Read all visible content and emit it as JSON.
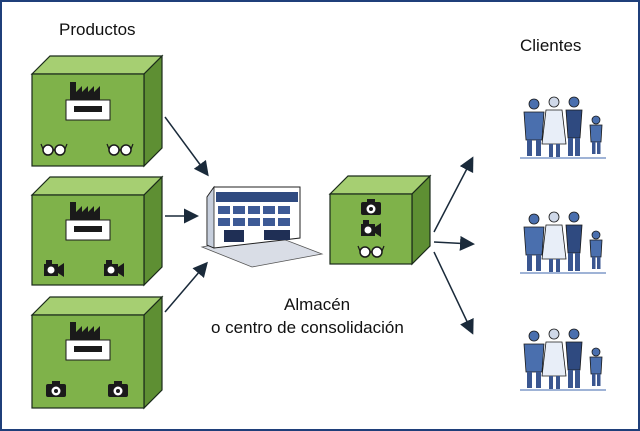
{
  "diagram": {
    "products_label": "Productos",
    "clients_label": "Clientes",
    "warehouse_label_line1": "Almacén",
    "warehouse_label_line2": "o centro de consolidación"
  },
  "colors": {
    "box_front": "#7fb24a",
    "box_top": "#a6cf72",
    "box_side": "#5e8f33",
    "outline": "#1a2a1a",
    "border": "#1f3f7a",
    "people": "#4a6fae"
  }
}
